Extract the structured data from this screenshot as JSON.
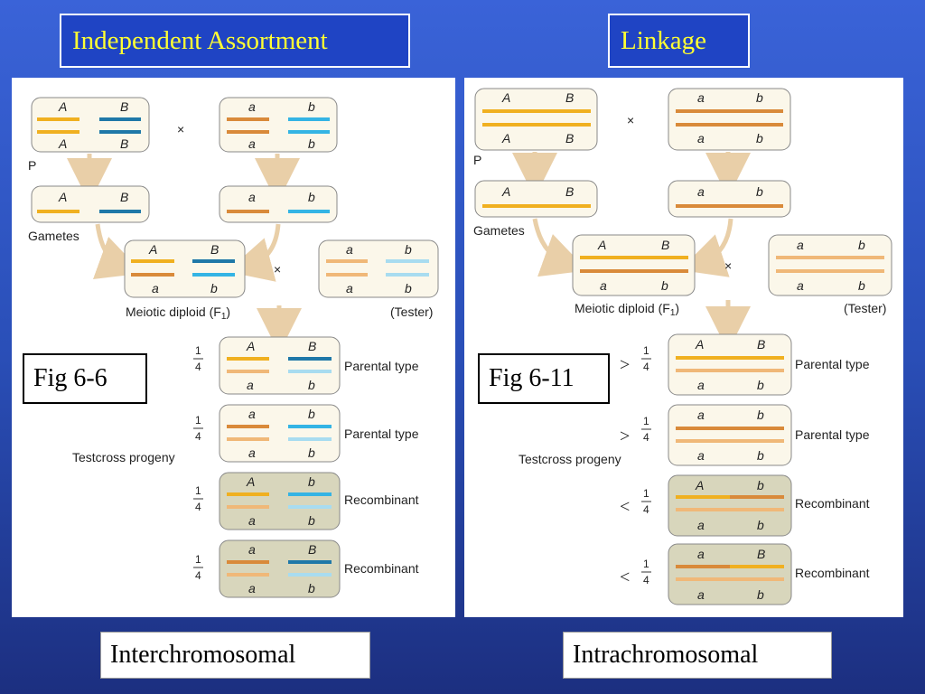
{
  "titles": {
    "left": "Independent Assortment",
    "right": "Linkage"
  },
  "figs": {
    "left": "Fig 6-6",
    "right": "Fig 6-11"
  },
  "bottom": {
    "left": "Interchromosomal",
    "right": "Intrachromosomal"
  },
  "diagram": {
    "alleles": {
      "A": "A",
      "B": "B",
      "a": "a",
      "b": "b"
    },
    "cross_symbol": "×",
    "p_label": "P",
    "gametes_label": "Gametes",
    "diploid_label_pre": "Meiotic diploid (F",
    "diploid_label_sub": "1",
    "diploid_label_post": ")",
    "tester_label": "(Tester)",
    "testcross_label": "Testcross progeny",
    "fraction_num": "1",
    "fraction_den": "4",
    "progeny_types": [
      "Parental type",
      "Parental type",
      "Recombinant",
      "Recombinant"
    ],
    "linkage_comparisons": [
      ">",
      ">",
      "<",
      "<"
    ]
  },
  "colors": {
    "allele_A": "#f0b020",
    "allele_a": "#d98a3a",
    "allele_a_light": "#f0b878",
    "allele_B": "#1f78a8",
    "allele_b": "#34b4e4",
    "allele_b_light": "#a8dcf0",
    "box_fill": "#fbf7ea",
    "recomb_fill": "#d8d6bc",
    "title_text": "#ffff33"
  }
}
